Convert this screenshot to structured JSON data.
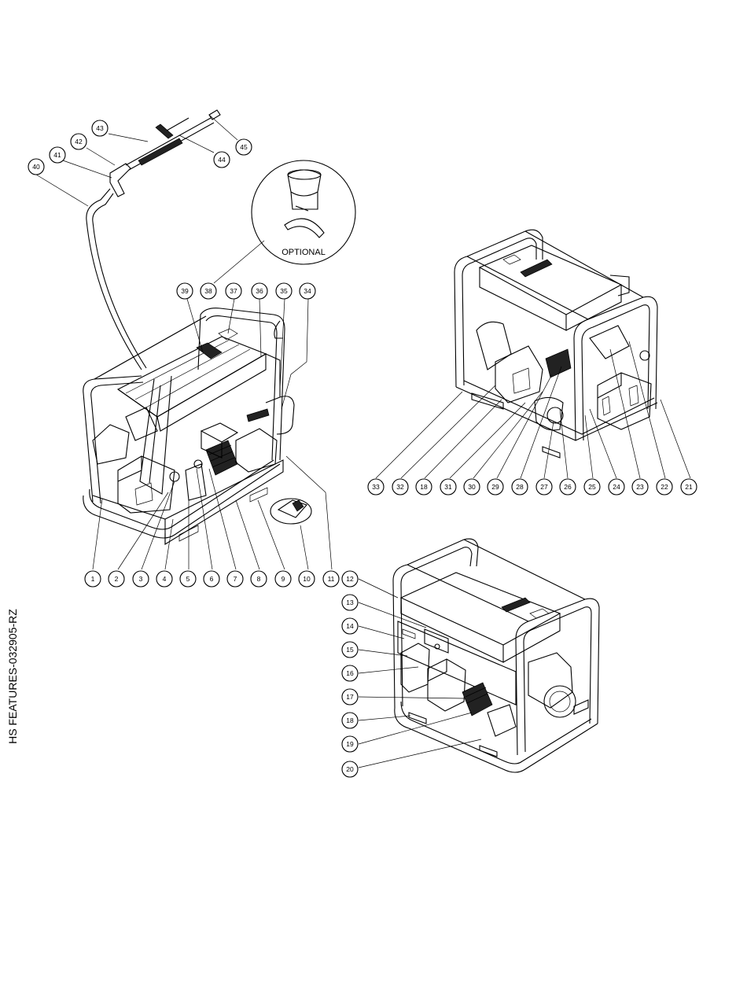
{
  "drawing_code": "HS FEATURES-032905-RZ",
  "detail_label": "OPTIONAL",
  "colors": {
    "line": "#000000",
    "background": "#ffffff"
  },
  "callouts": [
    "1",
    "2",
    "3",
    "4",
    "5",
    "6",
    "7",
    "8",
    "9",
    "10",
    "11",
    "12",
    "13",
    "14",
    "15",
    "16",
    "17",
    "18",
    "19",
    "20",
    "21",
    "22",
    "23",
    "24",
    "25",
    "26",
    "27",
    "28",
    "29",
    "30",
    "31",
    "32",
    "18",
    "33",
    "34",
    "35",
    "36",
    "37",
    "38",
    "39",
    "40",
    "41",
    "42",
    "43",
    "44",
    "45"
  ]
}
